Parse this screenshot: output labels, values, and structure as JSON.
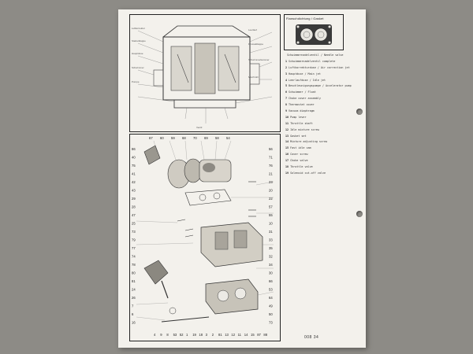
{
  "document": {
    "gasket_caption": "Flanschdichtung / Gasket",
    "doc_number": "008 34",
    "legend": [
      {
        "num": "",
        "text": "Schwimmernadelventil / Needle valve"
      },
      {
        "num": "1",
        "text": "Schwimmernadelventil complete"
      },
      {
        "num": "2",
        "text": "Luftkorrekturduse / Air correction jet"
      },
      {
        "num": "3",
        "text": "Hauptduse / Main jet"
      },
      {
        "num": "4",
        "text": "Leerlaufduse / Idle jet"
      },
      {
        "num": "5",
        "text": "Beschleunigungspumpe / Accelerator pump"
      },
      {
        "num": "6",
        "text": "Schwimmer / Float"
      },
      {
        "num": "7",
        "text": "Choke cover assembly"
      },
      {
        "num": "8",
        "text": "Thermostat cover"
      },
      {
        "num": "9",
        "text": "Vacuum diaphragm"
      },
      {
        "num": "10",
        "text": "Pump lever"
      },
      {
        "num": "11",
        "text": "Throttle shaft"
      },
      {
        "num": "12",
        "text": "Idle mixture screw"
      },
      {
        "num": "13",
        "text": "Gasket set"
      },
      {
        "num": "14",
        "text": "Mixture adjusting screw"
      },
      {
        "num": "15",
        "text": "Fast idle cam"
      },
      {
        "num": "16",
        "text": "Cover screw"
      },
      {
        "num": "17",
        "text": "Choke valve"
      },
      {
        "num": "18",
        "text": "Throttle valve"
      },
      {
        "num": "19",
        "text": "Solenoid cut-off valve"
      }
    ],
    "top_labels": [
      "Luftkorrektur",
      "Starterklappe",
      "Hauptduse",
      "Schwimmer",
      "Pumpe",
      "Leerlauf",
      "Drosselklappe",
      "Schwimmerkammer",
      "Mischrohr",
      "Ventil"
    ],
    "part_numbers": [
      "67",
      "60",
      "59",
      "68",
      "70",
      "69",
      "58",
      "54",
      "56",
      "71",
      "76",
      "21",
      "23",
      "20",
      "22",
      "57",
      "55",
      "10",
      "31",
      "33",
      "35",
      "32",
      "34",
      "30",
      "66",
      "53",
      "64",
      "49",
      "50",
      "73",
      "86",
      "40",
      "75",
      "41",
      "42",
      "43",
      "29",
      "28",
      "47",
      "25",
      "73",
      "79",
      "77",
      "74",
      "78",
      "80",
      "81",
      "24",
      "26",
      "7",
      "6",
      "16",
      "4",
      "9",
      "8",
      "53",
      "52",
      "1",
      "19",
      "18",
      "3",
      "2",
      "81",
      "13",
      "12",
      "11",
      "14",
      "15",
      "87",
      "88"
    ]
  }
}
